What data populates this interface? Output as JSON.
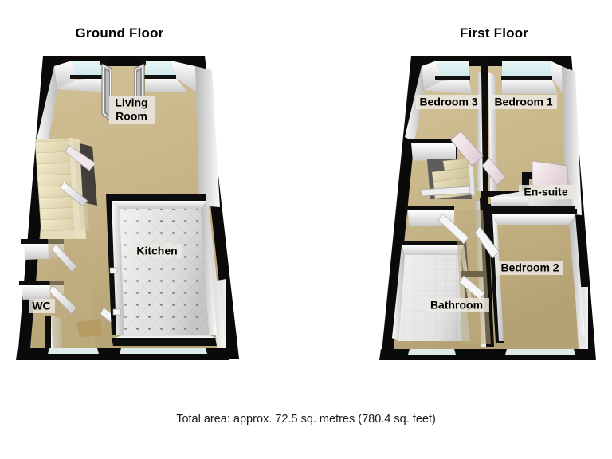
{
  "document": {
    "type": "floor-plan",
    "caption": "Total area: approx. 72.5 sq. metres (780.4 sq. feet)",
    "total_area_sq_metres": "72.5",
    "total_area_sq_feet": "780.4"
  },
  "floors": [
    {
      "id": "ground",
      "title": "Ground Floor",
      "rooms": [
        {
          "id": "living-room",
          "label_line1": "Living",
          "label_line2": "Room",
          "label": "Living Room",
          "floor_finish": "carpet"
        },
        {
          "id": "kitchen",
          "label": "Kitchen",
          "floor_finish": "tile"
        },
        {
          "id": "wc",
          "label": "WC",
          "floor_finish": "carpet"
        }
      ],
      "features": [
        "staircase",
        "french-doors",
        "internal-doors",
        "windows"
      ]
    },
    {
      "id": "first",
      "title": "First Floor",
      "rooms": [
        {
          "id": "bedroom-3",
          "label": "Bedroom 3",
          "floor_finish": "carpet"
        },
        {
          "id": "bedroom-1",
          "label": "Bedroom 1",
          "floor_finish": "carpet"
        },
        {
          "id": "en-suite",
          "label": "En-suite",
          "floor_finish": "tile"
        },
        {
          "id": "bedroom-2",
          "label": "Bedroom 2",
          "floor_finish": "carpet"
        },
        {
          "id": "bathroom",
          "label": "Bathroom",
          "floor_finish": "tile"
        }
      ],
      "features": [
        "staircase",
        "internal-doors",
        "windows"
      ]
    }
  ],
  "colors": {
    "wall_outline": "#000000",
    "wall_face": "#f2f2f0",
    "wall_shade": "#9a9a96",
    "carpet": "#c9b78a",
    "carpet_dark": "#b0a074",
    "tile": "#dcdcdc",
    "tile_light": "#ececec",
    "window_glass": "#d6eef0",
    "door_panel": "#ece0e4",
    "door_frame": "#f6f6f6",
    "stair_tread": "#ece0bd",
    "background": "#ffffff",
    "label_bg": "#ebe9e3",
    "text": "#000000"
  }
}
